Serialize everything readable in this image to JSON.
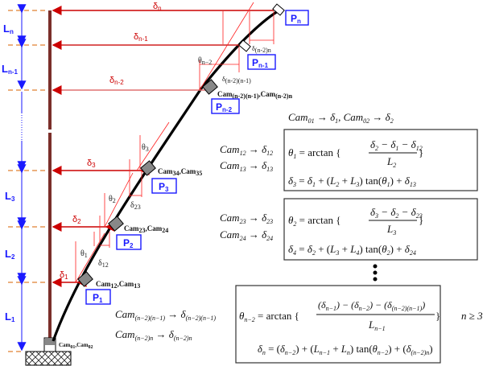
{
  "diagram": {
    "segments": [
      {
        "id": "Ln",
        "label": "L",
        "sub": "n"
      },
      {
        "id": "Ln-1",
        "label": "L",
        "sub": "n-1"
      },
      {
        "id": "L3",
        "label": "L",
        "sub": "3"
      },
      {
        "id": "L2",
        "label": "L",
        "sub": "2"
      },
      {
        "id": "L1",
        "label": "L",
        "sub": "1"
      }
    ],
    "deflections": [
      {
        "id": "dn",
        "label": "δ",
        "sub": "n"
      },
      {
        "id": "dn-1",
        "label": "δ",
        "sub": "n-1"
      },
      {
        "id": "dn-2",
        "label": "δ",
        "sub": "n-2"
      },
      {
        "id": "d3",
        "label": "δ",
        "sub": "3"
      },
      {
        "id": "d2",
        "label": "δ",
        "sub": "2"
      },
      {
        "id": "d1",
        "label": "δ",
        "sub": "1"
      }
    ],
    "relative_deflections": [
      {
        "id": "d(n-2)n",
        "label": "δ",
        "sub": "(n-2)n"
      },
      {
        "id": "d(n-2)(n-1)",
        "label": "δ",
        "sub": "(n-2)(n-1)"
      },
      {
        "id": "d23",
        "label": "δ",
        "sub": "23"
      },
      {
        "id": "d12",
        "label": "δ",
        "sub": "12"
      }
    ],
    "angles": [
      {
        "id": "theta_n-2",
        "label": "θ",
        "sub": "n−2"
      },
      {
        "id": "theta3",
        "label": "θ",
        "sub": "3"
      },
      {
        "id": "theta2",
        "label": "θ",
        "sub": "2"
      },
      {
        "id": "theta1",
        "label": "θ",
        "sub": "1"
      }
    ],
    "points": [
      {
        "id": "Pn",
        "label": "P",
        "sub": "n"
      },
      {
        "id": "Pn-1",
        "label": "P",
        "sub": "n-1"
      },
      {
        "id": "Pn-2",
        "label": "P",
        "sub": "n-2"
      },
      {
        "id": "P3",
        "label": "P",
        "sub": "3"
      },
      {
        "id": "P2",
        "label": "P",
        "sub": "2"
      },
      {
        "id": "P1",
        "label": "P",
        "sub": "1"
      }
    ],
    "cameras": [
      {
        "id": "cam-n-2",
        "text": "Cam(n-2)(n-1),Cam(n-2)n",
        "a": "Cam",
        "as": "(n-2)(n-1)",
        "b": "Cam",
        "bs": "(n-2)n"
      },
      {
        "id": "cam-3",
        "a": "Cam",
        "as": "34",
        "b": "Cam",
        "bs": "35"
      },
      {
        "id": "cam-2",
        "a": "Cam",
        "as": "23",
        "b": "Cam",
        "bs": "24"
      },
      {
        "id": "cam-1",
        "a": "Cam",
        "as": "12",
        "b": "Cam",
        "bs": "13"
      },
      {
        "id": "cam-0",
        "a": "Cam",
        "as": "01",
        "b": "Cam",
        "bs": "02"
      }
    ],
    "colors": {
      "pole": "#7b2f2a",
      "curve": "#000000",
      "deflection": "#cc0000",
      "deflection_light": "#e07070",
      "length": "#1a1aff",
      "dashed": "#e08030",
      "point_box": "#1a1aff"
    }
  },
  "equations": {
    "top": {
      "text": "Cam01 → δ1, Cam02 → δ2"
    },
    "block1": {
      "left": [
        "Cam12 → δ12",
        "Cam13 → δ13"
      ],
      "theta": "θ1 = arctan{(δ2 − δ1 − δ12) / L2}",
      "delta": "δ3 = δ1 + (L2 + L3) tan(θ1) + δ13"
    },
    "block2": {
      "left": [
        "Cam23 → δ23",
        "Cam24 → δ24"
      ],
      "theta": "θ2 = arctan{(δ3 − δ2 − δ23) / L3}",
      "delta": "δ4 = δ2 + (L3 + L4) tan(θ2) + δ24"
    },
    "ellipsis": "⋮",
    "block3": {
      "left": [
        "Cam(n−2)(n−1) → δ(n−2)(n−1)",
        "Cam(n−2)n → δ(n−2)n"
      ],
      "theta": "θn−2 = arctan{((δn−1) − (δn−2) − (δ(n−2)(n−1))) / Ln−1}",
      "delta": "δn = (δn−2) + (Ln−1 + Ln) tan(θn−2) + (δ(n−2)n)",
      "condition": "n ≥ 3"
    }
  }
}
